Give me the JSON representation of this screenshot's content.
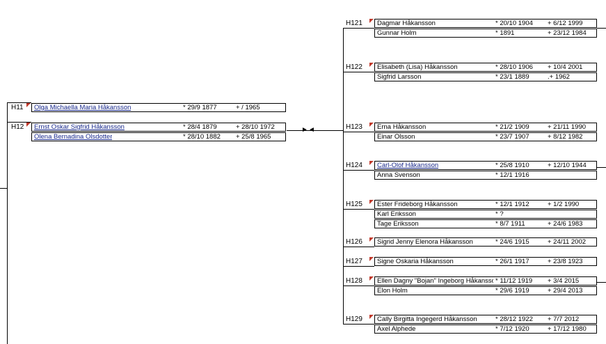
{
  "left_entries": [
    {
      "code": "H11",
      "persons": [
        {
          "name": "Olga Michaella Maria Håkansson",
          "birth": "* 29/9 1877",
          "death": "+ / 1965",
          "link": true
        }
      ]
    },
    {
      "code": "H12",
      "persons": [
        {
          "name": "Ernst Oskar Sigfrid Håkansson",
          "birth": "* 28/4 1879",
          "death": "+ 28/10 1972",
          "link": true
        },
        {
          "name": "Olena Bernadina Olsdotter",
          "birth": "* 28/10 1882",
          "death": "+ 25/8 1965",
          "link": true
        }
      ]
    }
  ],
  "right_entries": [
    {
      "code": "H121",
      "persons": [
        {
          "name": "Dagmar Håkansson",
          "birth": "* 20/10 1904",
          "death": "+ 6/12 1999"
        },
        {
          "name": "Gunnar Holm",
          "birth": "* 1891",
          "death": "+ 23/12 1984"
        }
      ]
    },
    {
      "code": "H122",
      "persons": [
        {
          "name": "Elisabeth (Lisa) Håkansson",
          "birth": "* 28/10 1906",
          "death": "+ 10/4 2001"
        },
        {
          "name": "Sigfrid Larsson",
          "birth": "* 23/1 1889",
          "death": ".+ 1962"
        }
      ]
    },
    {
      "code": "H123",
      "persons": [
        {
          "name": "Erna Håkansson",
          "birth": "* 21/2 1909",
          "death": "+ 21/11 1990"
        },
        {
          "name": "Einar Olsson",
          "birth": "* 23/7 1907",
          "death": "+ 8/12 1982"
        }
      ]
    },
    {
      "code": "H124",
      "persons": [
        {
          "name": "Carl-Olof Håkansson",
          "birth": "* 25/8 1910",
          "death": "+ 12/10 1944",
          "link": true
        },
        {
          "name": "Anna Svenson",
          "birth": "* 12/1 1916",
          "death": ""
        }
      ]
    },
    {
      "code": "H125",
      "persons": [
        {
          "name": "Ester Frideborg Håkansson",
          "birth": "* 12/1 1912",
          "death": "+ 1/2 1990"
        },
        {
          "name": "Karl Eriksson",
          "birth": "* ?",
          "death": ""
        },
        {
          "name": "Tage Eriksson",
          "birth": "* 8/7 1911",
          "death": "+ 24/6 1983"
        }
      ]
    },
    {
      "code": "H126",
      "persons": [
        {
          "name": "Sigrid Jenny Elenora Håkansson",
          "birth": "* 24/6 1915",
          "death": "+ 24/11 2002"
        }
      ]
    },
    {
      "code": "H127",
      "persons": [
        {
          "name": "Signe Oskaria Håkansson",
          "birth": "* 26/1 1917",
          "death": "+ 23/8 1923"
        }
      ]
    },
    {
      "code": "H128",
      "persons": [
        {
          "name": "Ellen Dagny \"Bojan\" Ingeborg Håkansson",
          "birth": "* 11/12 1919",
          "death": "+ 3/4 2015"
        },
        {
          "name": "Elon Holm",
          "birth": "* 29/6 1919",
          "death": "+ 29/4 2013"
        }
      ]
    },
    {
      "code": "H129",
      "persons": [
        {
          "name": "Cally Birgitta Ingegerd Håkansson",
          "birth": "* 28/12 1922",
          "death": "+ 7/7 2012"
        },
        {
          "name": "Axel Alphede",
          "birth": "* 7/12 1920",
          "death": "+ 17/12 1980"
        }
      ]
    }
  ],
  "arrow_left": "◄",
  "arrow_right": "►"
}
